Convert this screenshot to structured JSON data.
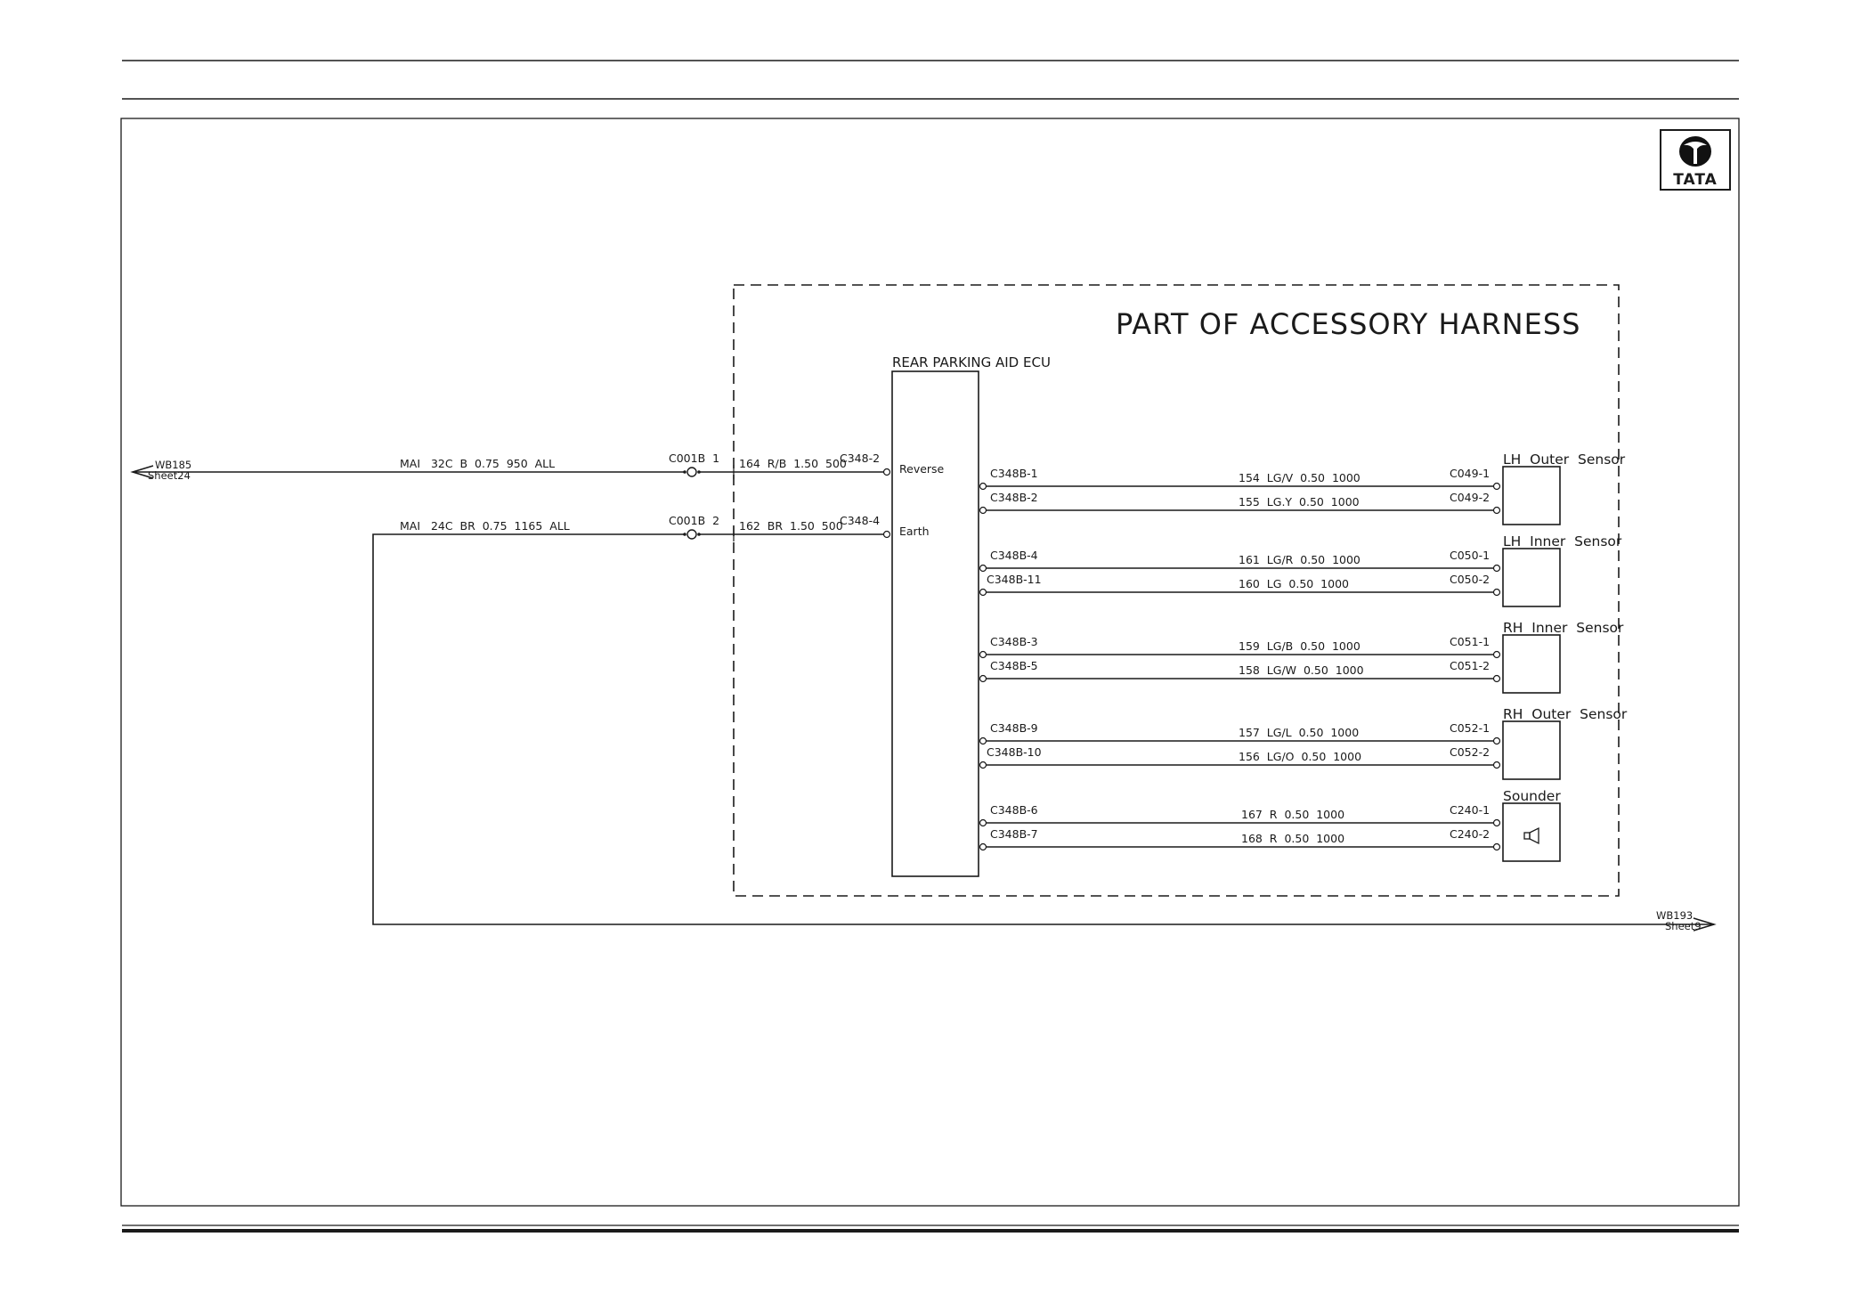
{
  "logo": {
    "text": "TATA"
  },
  "harness_title": "PART OF ACCESSORY HARNESS",
  "ecu": {
    "label": "REAR PARKING AID ECU",
    "reverse_label": "Reverse",
    "earth_label": "Earth"
  },
  "offsheet": {
    "left": {
      "id": "WB185",
      "sheet": "Sheet24"
    },
    "right": {
      "id": "WB193",
      "sheet": "Sheet9"
    }
  },
  "feed_wires": [
    {
      "main_spec": "MAI   32C  B  0.75  950  ALL",
      "connector": "C001B  1",
      "harness_spec": "164  R/B  1.50  500",
      "ecu_pin": "C348-2"
    },
    {
      "main_spec": "MAI   24C  BR  0.75  1165  ALL",
      "connector": "C001B  2",
      "harness_spec": "162  BR  1.50  500",
      "ecu_pin": "C348-4"
    }
  ],
  "sensors": [
    {
      "name": "LH  Outer  Sensor",
      "wires": [
        {
          "ecu_pin": "C348B-1",
          "spec": "154  LG/V  0.50  1000",
          "pin": "C049-1"
        },
        {
          "ecu_pin": "C348B-2",
          "spec": "155  LG.Y  0.50  1000",
          "pin": "C049-2"
        }
      ]
    },
    {
      "name": "LH  Inner  Sensor",
      "wires": [
        {
          "ecu_pin": "C348B-4",
          "spec": "161  LG/R  0.50  1000",
          "pin": "C050-1"
        },
        {
          "ecu_pin": "C348B-11",
          "spec": "160  LG  0.50  1000",
          "pin": "C050-2"
        }
      ]
    },
    {
      "name": "RH  Inner  Sensor",
      "wires": [
        {
          "ecu_pin": "C348B-3",
          "spec": "159  LG/B  0.50  1000",
          "pin": "C051-1"
        },
        {
          "ecu_pin": "C348B-5",
          "spec": "158  LG/W  0.50  1000",
          "pin": "C051-2"
        }
      ]
    },
    {
      "name": "RH  Outer  Sensor",
      "wires": [
        {
          "ecu_pin": "C348B-9",
          "spec": "157  LG/L  0.50  1000",
          "pin": "C052-1"
        },
        {
          "ecu_pin": "C348B-10",
          "spec": "156  LG/O  0.50  1000",
          "pin": "C052-2"
        }
      ]
    },
    {
      "name": "Sounder",
      "icon": "horn-icon",
      "wires": [
        {
          "ecu_pin": "C348B-6",
          "spec": "167  R  0.50  1000",
          "pin": "C240-1"
        },
        {
          "ecu_pin": "C348B-7",
          "spec": "168  R  0.50  1000",
          "pin": "C240-2"
        }
      ]
    }
  ]
}
